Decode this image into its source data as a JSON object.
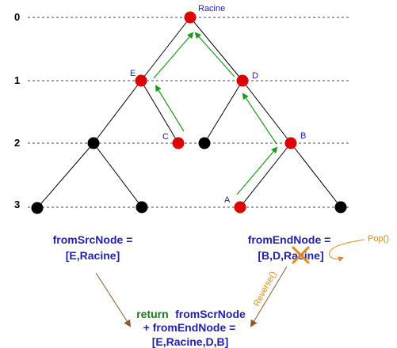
{
  "levels": [
    "0",
    "1",
    "2",
    "3"
  ],
  "nodes": {
    "racine": "Racine",
    "e": "E",
    "d": "D",
    "c": "C",
    "b": "B",
    "a": "A"
  },
  "src_path": {
    "line1": "fromSrcNode =",
    "line2": "[E,Racine]"
  },
  "end_path": {
    "line1": "fromEndNode =",
    "line2": "[B,D,Racine]"
  },
  "ops": {
    "pop": "Pop()",
    "reverse": "Reverse()"
  },
  "result": {
    "keyword": "return",
    "line1_rest": "fromScrNode",
    "line2": "+ fromEndNode =",
    "line3": "[E,Racine,D,B]"
  },
  "colors": {
    "highlight_node": "#dd0000",
    "plain_node": "#000000",
    "path_arrow": "#1a9a1a",
    "label_text": "#1f1fb4",
    "op_text": "#e08a1e"
  }
}
